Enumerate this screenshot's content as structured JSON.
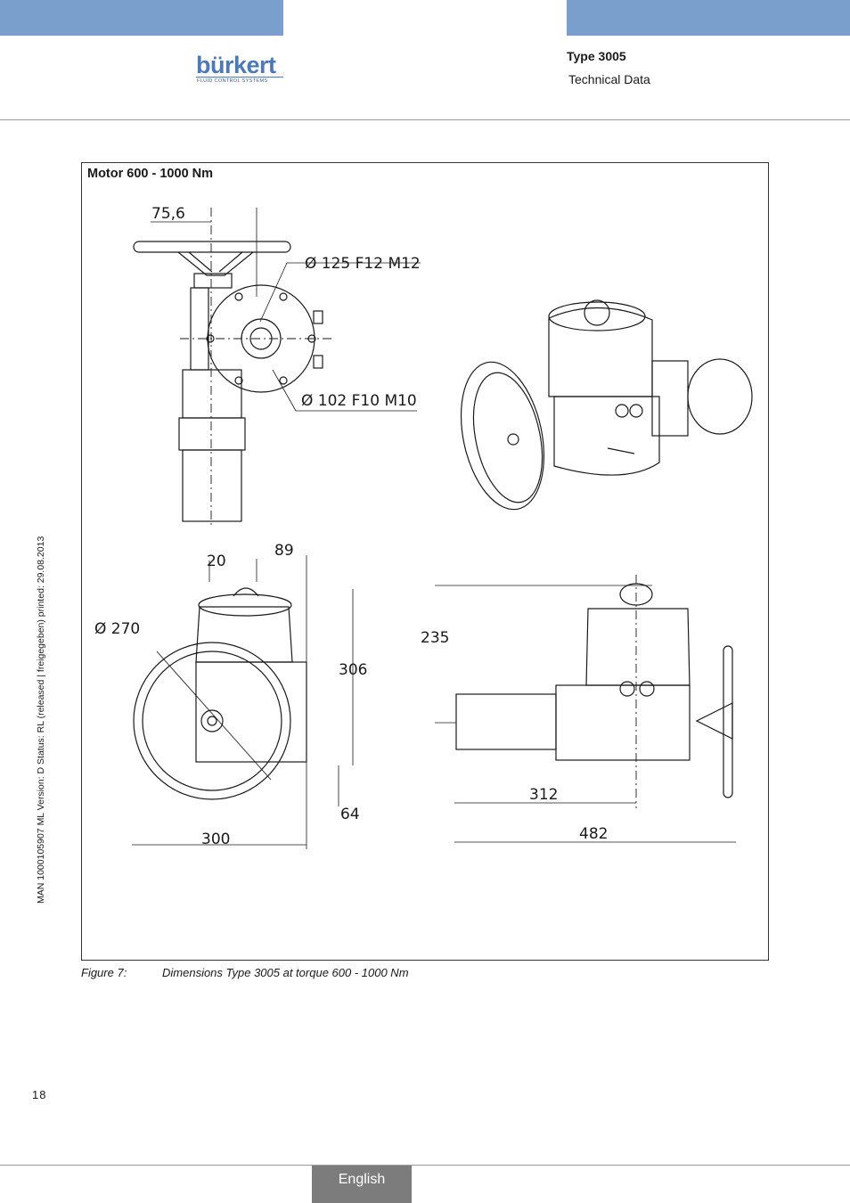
{
  "header": {
    "logo": {
      "word": "bürkert",
      "tagline": "FLUID CONTROL SYSTEMS"
    },
    "doc_type": "Type 3005",
    "doc_section": "Technical Data",
    "accent_color": "#7a9fcd"
  },
  "figure": {
    "title": "Motor 600 - 1000 Nm",
    "dimensions": {
      "d_offset": "75,6",
      "flange_large": "Ø 125 F12 M12",
      "flange_small": "Ø 102 F10 M10",
      "offset_20": "20",
      "offset_89": "89",
      "handwheel_dia": "Ø 270",
      "height_306": "306",
      "width_300": "300",
      "base_64": "64",
      "height_235": "235",
      "length_312": "312",
      "length_482": "482"
    },
    "label": "Figure 7:",
    "caption": "Dimensions Type 3005 at torque 600 - 1000 Nm"
  },
  "side_text": "MAN  1000105907  ML  Version: D  Status: RL (released | freigegeben)  printed: 29.08.2013",
  "footer": {
    "page_number": "18",
    "language": "English"
  }
}
